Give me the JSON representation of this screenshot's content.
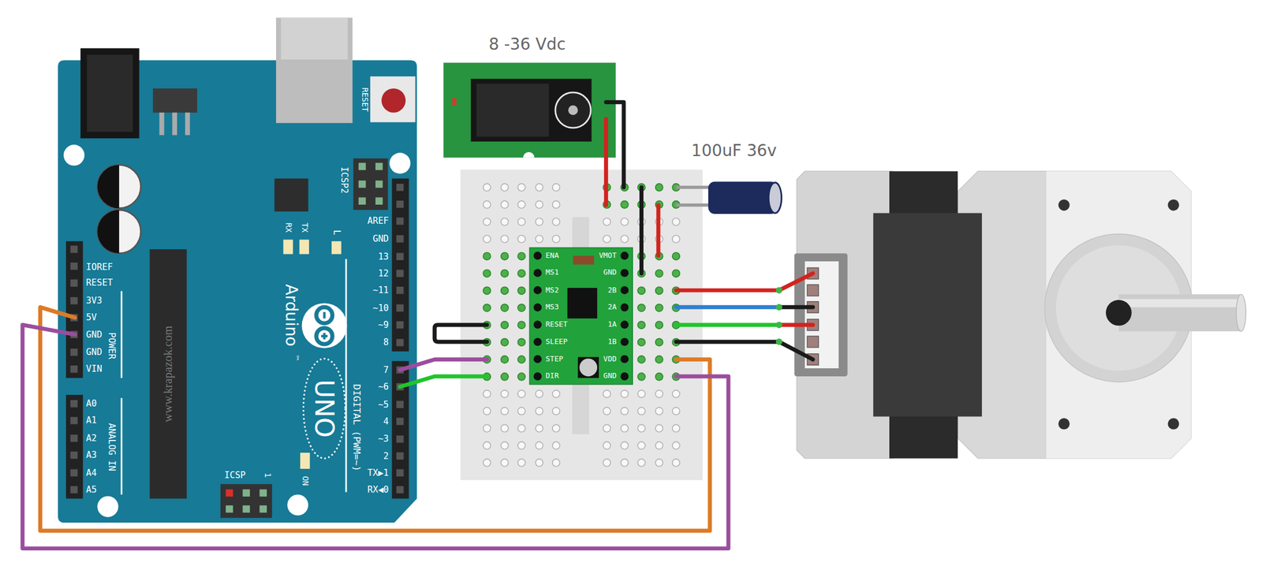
{
  "diagram": {
    "nodes": [
      {
        "text": [
          "RESET",
          "ICSP2",
          "AREF",
          "GND",
          "13",
          "12",
          "~11",
          "~10",
          "~9",
          "8",
          "7",
          "~6",
          "~5",
          "4",
          "~3",
          "2",
          "TX▶1",
          "RX◀0",
          "DIGITAL (PWM=~)",
          "RX",
          "TX",
          "L",
          "Arduino",
          "™",
          "UNO",
          "IOREF",
          "RESET",
          "3V3",
          "5V",
          "GND",
          "GND",
          "VIN",
          "POWER",
          "A0",
          "A1",
          "A2",
          "A3",
          "A4",
          "A5",
          "ANALOG IN",
          "www.krapazok.com",
          "ICSP",
          "1",
          "ON"
        ]
      },
      {
        "text": [
          "8 -36 Vdc"
        ]
      },
      {
        "text": [
          "100uF 36v"
        ]
      },
      {
        "text": [
          "ENA",
          "MS1",
          "MS2",
          "MS3",
          "RESET",
          "SLEEP",
          "STEP",
          "DIR",
          "VMOT",
          "GND",
          "2B",
          "2A",
          "1A",
          "1B",
          "VDD",
          "GND"
        ]
      }
    ],
    "edges": [
      {
        "from": 0,
        "to": 3,
        "arrow": "none"
      },
      {
        "from": 0,
        "to": 3,
        "arrow": "none"
      },
      {
        "from": 0,
        "to": 3,
        "arrow": "none"
      },
      {
        "from": 0,
        "to": 3,
        "arrow": "none"
      }
    ]
  }
}
